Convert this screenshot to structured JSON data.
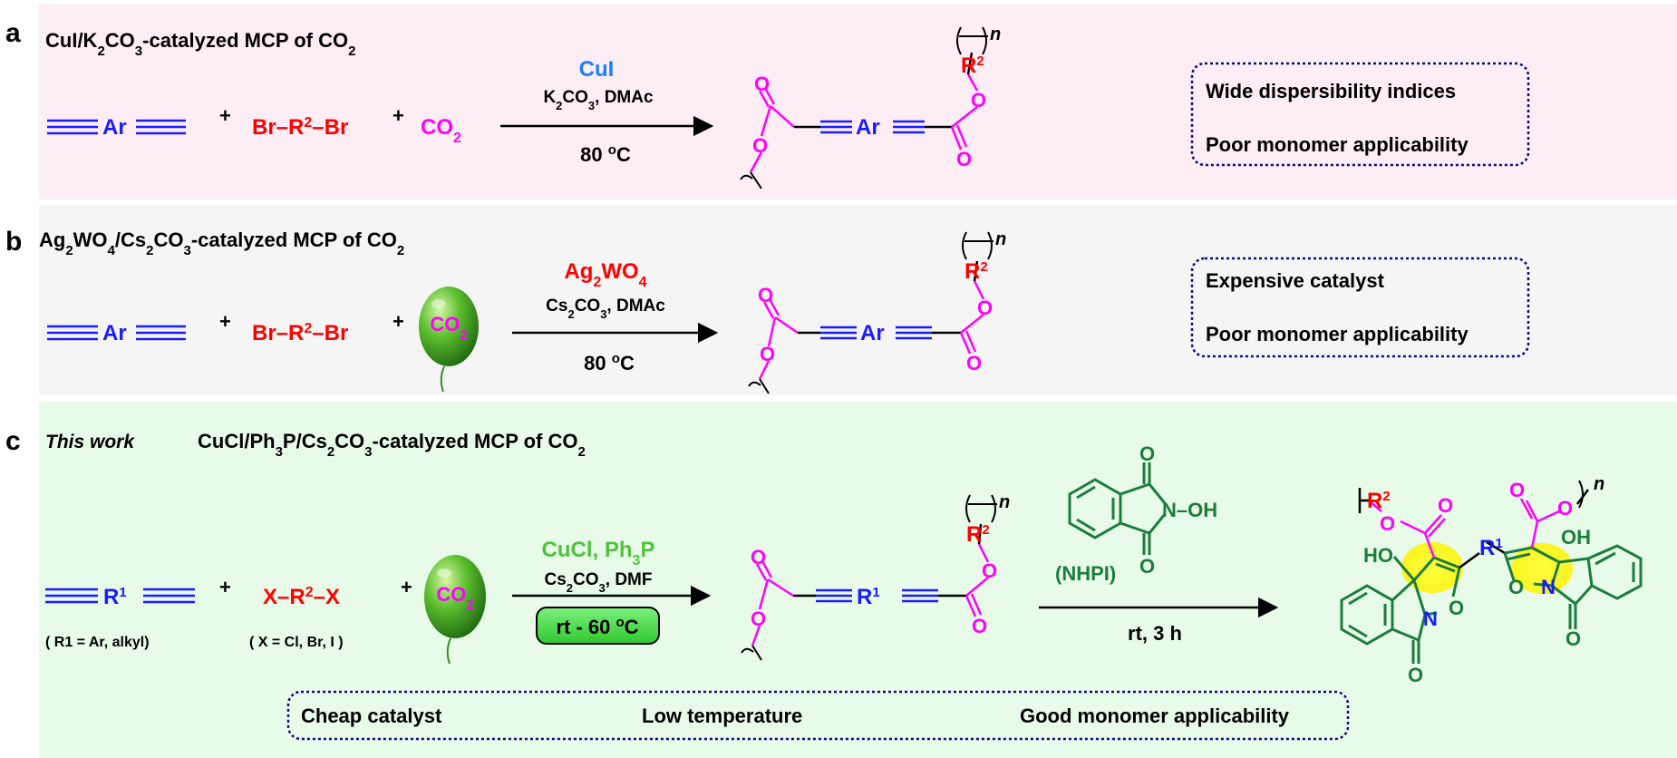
{
  "colors": {
    "panel_a_bg": "#fdeef5",
    "panel_b_bg": "#f5f5f5",
    "panel_c_bg": "#e8fbe8",
    "blue": "#1a1aff",
    "red": "#ff0000",
    "magenta": "#ff00ff",
    "green_dark": "#1b7d3c",
    "green_light": "#4fc33c",
    "cat_blue": "#1e7fff",
    "box_border": "#0a0a8c"
  },
  "panel_a": {
    "letter": "a",
    "title_pre": "CuI/K",
    "title_sub1": "2",
    "title_mid1": "CO",
    "title_sub2": "3",
    "title_mid2": "-catalyzed MCP of CO",
    "title_sub3": "2",
    "monomer_ar": "Ar",
    "plus": "+",
    "dihalide_pre": "Br–R",
    "dihalide_sup": "2",
    "dihalide_post": "–Br",
    "co2_pre": "CO",
    "co2_sub": "2",
    "catalyst": "CuI",
    "cond_k": "K",
    "cond_k_sub": "2",
    "cond_co": "CO",
    "cond_co_sub": "3",
    "cond_rest": ", DMAc",
    "temp": "80 ",
    "temp_sup": "o",
    "temp_unit": "C",
    "product_ar": "Ar",
    "o_label": "O",
    "r_label": "R",
    "r_sup": "2",
    "n_label": "n",
    "note1": "Wide dispersibility indices",
    "note2": "Poor monomer applicability"
  },
  "panel_b": {
    "letter": "b",
    "title_a": "Ag",
    "title_a_sub": "2",
    "title_b": "WO",
    "title_b_sub": "4",
    "title_c": "/Cs",
    "title_c_sub": "2",
    "title_d": "CO",
    "title_d_sub": "3",
    "title_e": "-catalyzed MCP of CO",
    "title_e_sub": "2",
    "monomer_ar": "Ar",
    "plus": "+",
    "dihalide_pre": "Br–R",
    "dihalide_sup": "2",
    "dihalide_post": "–Br",
    "balloon_co": "CO",
    "balloon_sub": "2",
    "catalyst_a": "Ag",
    "catalyst_a_sub": "2",
    "catalyst_b": "WO",
    "catalyst_b_sub": "4",
    "cond_cs": "Cs",
    "cond_cs_sub": "2",
    "cond_co": "CO",
    "cond_co_sub": "3",
    "cond_rest": ", DMAc",
    "temp": "80 ",
    "temp_sup": "o",
    "temp_unit": "C",
    "product_ar": "Ar",
    "o_label": "O",
    "r_label": "R",
    "r_sup": "2",
    "n_label": "n",
    "note1": "Expensive catalyst",
    "note2": "Poor monomer applicability"
  },
  "panel_c": {
    "letter": "c",
    "this_work": "This work",
    "title_a": "CuCl/Ph",
    "title_a_sub": "3",
    "title_b": "P/Cs",
    "title_b_sub": "2",
    "title_c": "CO",
    "title_c_sub": "3",
    "title_d": "-catalyzed MCP of CO",
    "title_d_sub": "2",
    "monomer_r": "R",
    "monomer_r_sup": "1",
    "monomer_note": "( R1 = Ar, alkyl)",
    "plus": "+",
    "dihalide_pre": "X–R",
    "dihalide_sup": "2",
    "dihalide_post": "–X",
    "dihalide_note": "( X = Cl, Br, I )",
    "balloon_co": "CO",
    "balloon_sub": "2",
    "catalyst": "CuCl, Ph",
    "catalyst_sub": "3",
    "catalyst_end": "P",
    "cond_cs": "Cs",
    "cond_cs_sub": "2",
    "cond_co": "CO",
    "cond_co_sub": "3",
    "cond_rest": ", DMF",
    "temp": "rt - 60 ",
    "temp_sup": "o",
    "temp_unit": "C",
    "product_r": "R",
    "product_r_sup": "1",
    "o_label": "O",
    "r_label": "R",
    "r_sup": "2",
    "n_label": "n",
    "nhpi_label": "(NHPI)",
    "nhpi_oh": "N–OH",
    "nhpi_o": "O",
    "step2_cond": "rt, 3 h",
    "final_ho": "HO",
    "final_oh": "OH",
    "final_o": "O",
    "final_n": "N",
    "final_r": "R",
    "final_r_sup": "1",
    "final_r2": "R",
    "final_r2_sup": "2",
    "final_n_label": "n",
    "note1": "Cheap catalyst",
    "note2": "Low temperature",
    "note3": "Good monomer applicability"
  }
}
